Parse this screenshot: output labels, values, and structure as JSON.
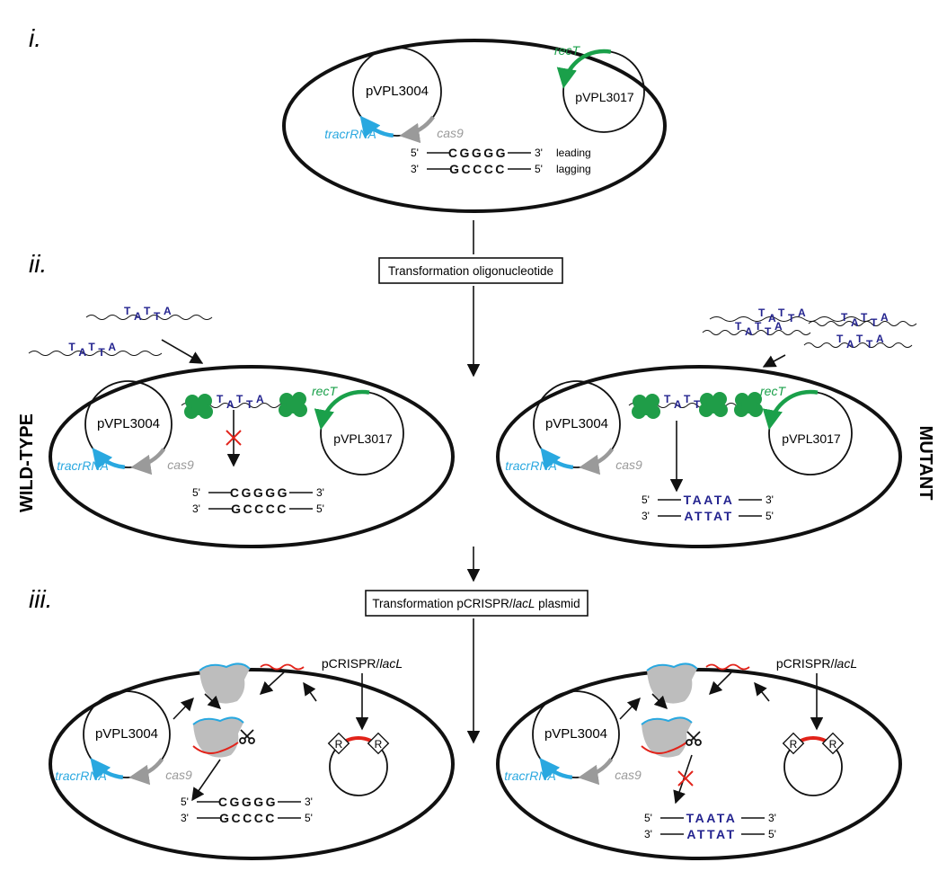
{
  "colors": {
    "outline": "#111111",
    "tracr": "#29a8e0",
    "cas9": "#9a9a9a",
    "recT": "#1aa04a",
    "mutant_text": "#23238f",
    "red": "#e2231a",
    "ribosome": "#1f9d48",
    "protein": "#bdbdbd"
  },
  "icons": [
    "scissors-icon",
    "red-x-icon",
    "ribosome-icon",
    "cas9-protein-icon"
  ],
  "step_labels": {
    "i": "i.",
    "ii": "ii.",
    "iii": "iii."
  },
  "side_labels": {
    "wildtype": "WILD-TYPE",
    "mutant": "MUTANT"
  },
  "boxes": {
    "oligo": "Transformation oligonucleotide",
    "crispr_prefix": "Transformation pCRISPR/",
    "crispr_italic": "lacL",
    "crispr_suffix": " plasmid"
  },
  "plasmids": {
    "p3004": "pVPL3004",
    "p3017": "pVPL3017",
    "pcrispr_prefix": "pCRISPR/",
    "pcrispr_italic": "lacL",
    "repeat": "R"
  },
  "genes": {
    "tracr": "tracrRNA",
    "cas9": "cas9",
    "recT": "recT"
  },
  "strands": {
    "five": "5'",
    "three": "3'",
    "wt_top": "CGGGG",
    "wt_bottom": "GCCCC",
    "mut_top": "TAATA",
    "mut_bottom": "ATTAT",
    "leading": "leading",
    "lagging": "lagging"
  },
  "oligo_letters": [
    "T",
    "A",
    "T",
    "T",
    "A"
  ]
}
